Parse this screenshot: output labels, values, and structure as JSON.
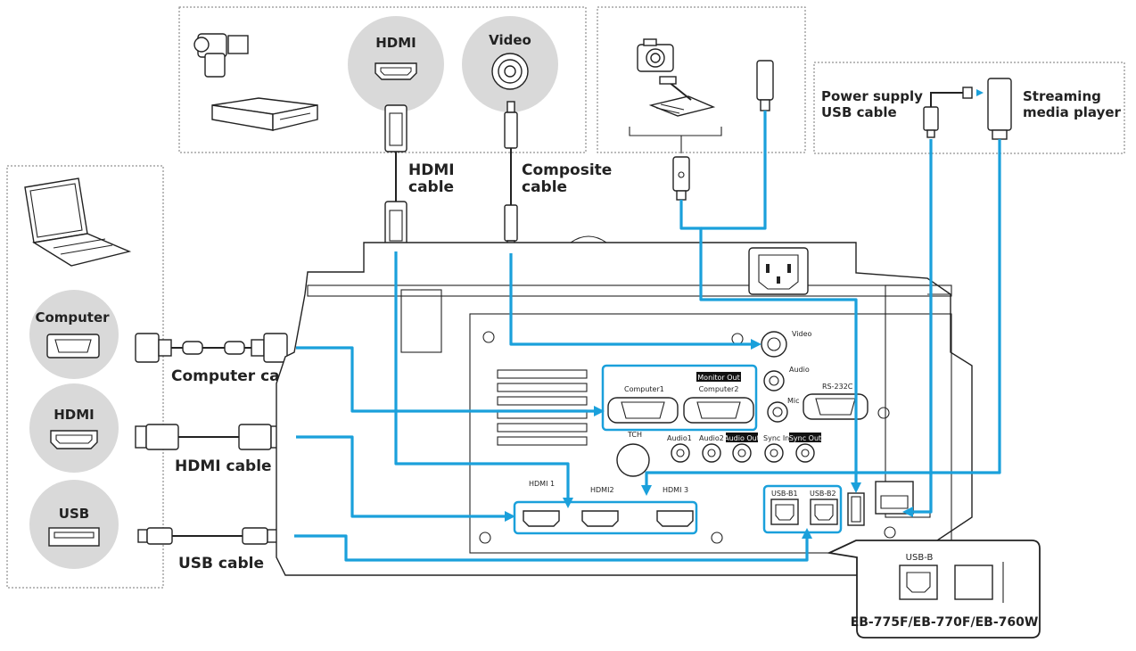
{
  "sources_top": {
    "hdmi_label": "HDMI",
    "video_label": "Video"
  },
  "cable_labels": {
    "hdmi_cable_top": [
      "HDMI",
      "cable"
    ],
    "composite_cable": [
      "Composite",
      "cable"
    ],
    "computer_cable": "Computer cable",
    "hdmi_cable_left": "HDMI cable",
    "usb_cable": "USB cable"
  },
  "left_sources": {
    "computer_label": "Computer",
    "hdmi_label": "HDMI",
    "usb_label": "USB"
  },
  "streaming": {
    "power_label": [
      "Power supply",
      "USB cable"
    ],
    "player_label": [
      "Streaming",
      "media player"
    ]
  },
  "projector_ports": {
    "video": "Video",
    "audio": "Audio",
    "mic": "Mic",
    "rs232c": "RS-232C",
    "computer1": "Computer1",
    "computer2": "Computer2",
    "monitor_out": "Monitor Out",
    "tch": "TCH",
    "audio1": "Audio1",
    "audio2": "Audio2",
    "audio_out": "Audio Out",
    "sync_in": "Sync In",
    "sync_out": "Sync Out",
    "hdmi1": "HDMI 1",
    "hdmi2": "HDMI2",
    "hdmi3": "HDMI 3",
    "usb_b1": "USB-B1",
    "usb_b2": "USB-B2"
  },
  "inset": {
    "usb_b_label": "USB-B",
    "model_label": "EB-775F/EB-770F/EB-760W"
  },
  "icons": [
    "camcorder-icon",
    "dvd-player-icon",
    "document-camera-icon",
    "wireless-adapter-icon",
    "laptop-icon",
    "streaming-stick-icon"
  ],
  "colors": {
    "cable": "#1aa0db",
    "source_circle": "#d9d9d9",
    "outline": "#222222"
  }
}
